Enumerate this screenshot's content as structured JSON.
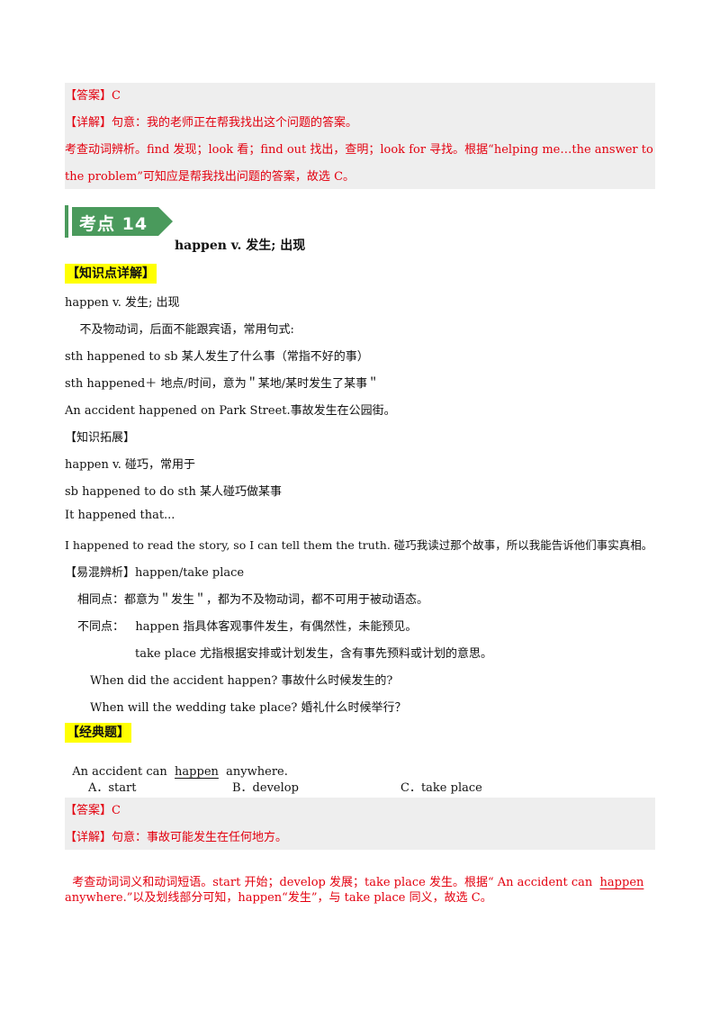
{
  "answer1": {
    "answer_label": "【答案】C",
    "detail": "【详解】句意：我的老师正在帮我找出这个问题的答案。",
    "analysis_1": "考查动词辨析。find 发现；look 看；find out 找出，查明；look for 寻找。根据“helping me…the answer to",
    "analysis_2": "the problem”可知应是帮我找出问题的答案，故选 C。"
  },
  "badge": {
    "text": "考点 14",
    "color": "#4a9a5c"
  },
  "heading": "happen v.  发生; 出现",
  "knowledge_title": "【知识点详解】",
  "knowledge": [
    "happen v.  发生; 出现",
    "    不及物动词，后面不能跟宾语，常用句式:",
    "sth happened to sb  某人发生了什么事（常指不好的事）",
    "sth happened＋ 地点/时间，意为＂某地/某时发生了某事＂",
    "An accident happened on Park Street.事故发生在公园街。",
    "【知识拓展】",
    "happen v.  碰巧，常用于",
    "sb happened to do sth 某人碰巧做某事",
    "It happened that...",
    "I happened to read the story, so I can tell them the truth.  碰巧我读过那个故事，所以我能告诉他们事实真相。",
    "【易混辨析】happen/take place",
    "相同点：都意为＂发生＂，都为不及物动词，都不可用于被动语态。",
    "不同点：   happen 指具体客观事件发生，有偶然性，未能预见。",
    "take place 尤指根据安排或计划发生，含有事先预料或计划的意思。",
    "When did the accident happen?  事故什么时候发生的?",
    "When will the wedding take place?  婚礼什么时候举行？"
  ],
  "classic_title": "【经典题】",
  "question": {
    "before": "An accident can  ",
    "underlined": "happen",
    "after": "  anywhere.",
    "options": [
      "A．start",
      "B．develop",
      "C．take place"
    ]
  },
  "answer2": {
    "answer_label": "【答案】C",
    "detail": "【详解】句意：事故可能发生在任何地方。",
    "analysis_1a": "考查动词词义和动词短语。start 开始；develop 发展；take place 发生。根据“ An accident can  ",
    "analysis_1b": "happen",
    "analysis_2": "anywhere.”以及划线部分可知，happen“发生”，与 take place 同义，故选 C。"
  }
}
